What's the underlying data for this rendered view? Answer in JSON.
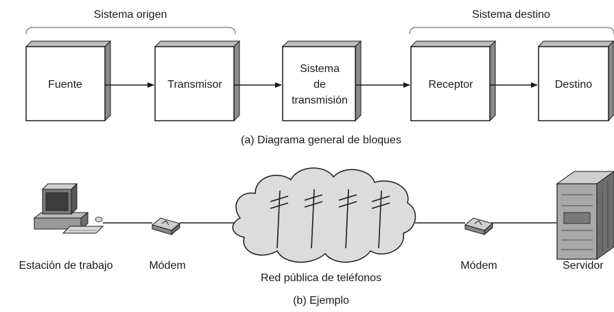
{
  "part_a": {
    "group_origin": "Sistema origen",
    "group_destination": "Sistema destino",
    "blocks": {
      "source": "Fuente",
      "transmitter": "Transmisor",
      "transmission_line1": "Sistema",
      "transmission_line2": "de",
      "transmission_line3": "transmisión",
      "receiver": "Receptor",
      "destination": "Destino"
    },
    "caption": "(a) Diagrama general de bloques"
  },
  "part_b": {
    "workstation": "Estación de trabajo",
    "modem_left": "Módem",
    "network": "Red pública de teléfonos",
    "modem_right": "Módem",
    "server": "Servidor",
    "caption": "(b) Ejemplo"
  },
  "colors": {
    "stroke": "#1a1a1a",
    "box_side": "#8a8a8a",
    "box_top": "#bdbdbd",
    "cloud_fill": "#dcdcdc",
    "device_fill": "#c8c8c8",
    "server_fill": "#a9a9a9"
  }
}
